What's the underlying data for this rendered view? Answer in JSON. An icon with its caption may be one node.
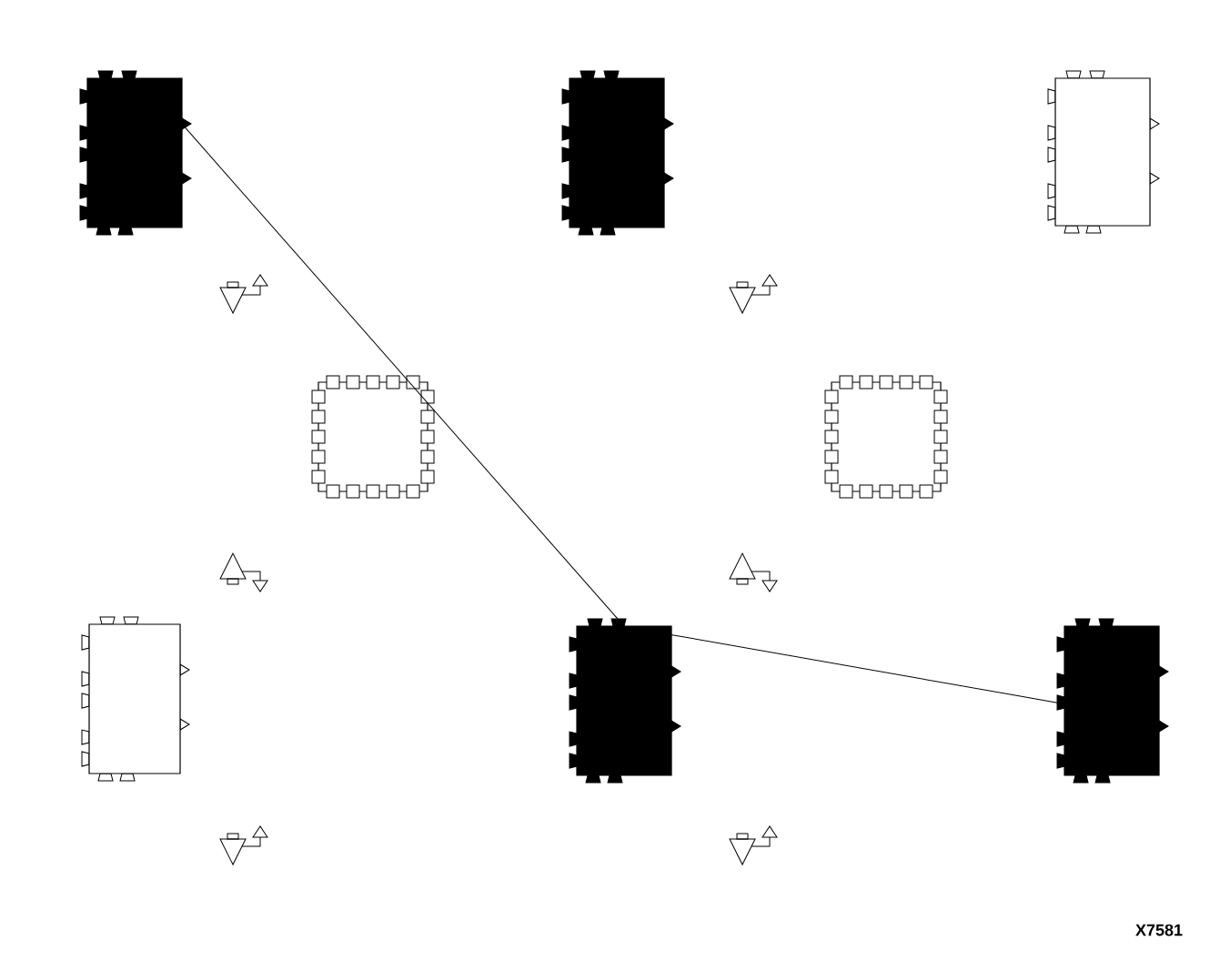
{
  "diagram": {
    "nodes": [
      {
        "text": [],
        "shape": "box"
      },
      {
        "text": [],
        "shape": "box"
      },
      {
        "text": [],
        "shape": "box"
      },
      {
        "text": [],
        "shape": "box"
      },
      {
        "text": [],
        "shape": "box"
      },
      {
        "text": [],
        "shape": "box"
      },
      {
        "text": [],
        "shape": "box"
      },
      {
        "text": [],
        "shape": "box"
      }
    ],
    "edges": [
      {
        "from": 0,
        "to": 6,
        "arrow": "none"
      },
      {
        "from": 6,
        "to": 7,
        "arrow": "none"
      }
    ],
    "labels": [
      "X7581"
    ]
  }
}
